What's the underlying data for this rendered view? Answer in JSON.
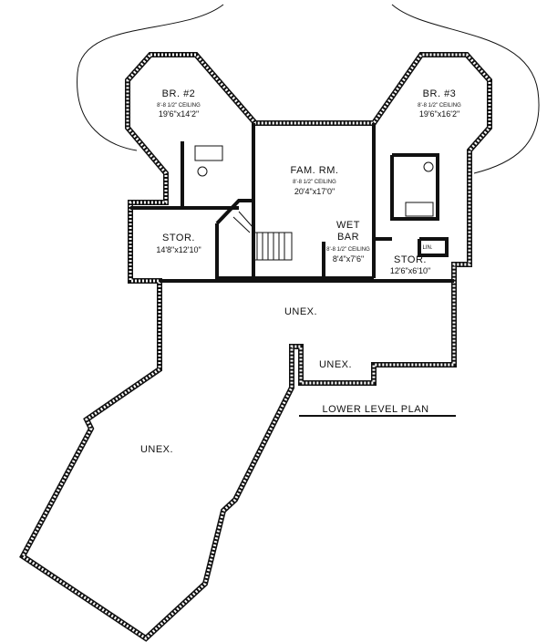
{
  "plan_title": "LOWER LEVEL PLAN",
  "rooms": [
    {
      "name": "BR. #2",
      "ceiling": "8'-8 1/2\" CEILING",
      "size": "19'6\"x14'2\""
    },
    {
      "name": "BR. #3",
      "ceiling": "8'-8 1/2\" CEILING",
      "size": "19'6\"x16'2\""
    },
    {
      "name": "FAM. RM.",
      "ceiling": "8'-8 1/2\" CEILING",
      "size": "20'4\"x17'0\""
    },
    {
      "name": "STOR.",
      "size": "14'8\"x12'10\""
    },
    {
      "name": "WET BAR",
      "name_line1": "WET",
      "name_line2": "BAR",
      "ceiling": "8'-8 1/2\" CEILING",
      "size": "8'4\"x7'6\""
    },
    {
      "name": "STOR.",
      "size": "12'6\"x6'10\""
    },
    {
      "name": "UNEX."
    },
    {
      "name": "UNEX."
    },
    {
      "name": "UNEX."
    }
  ],
  "closet_label": "LIN."
}
